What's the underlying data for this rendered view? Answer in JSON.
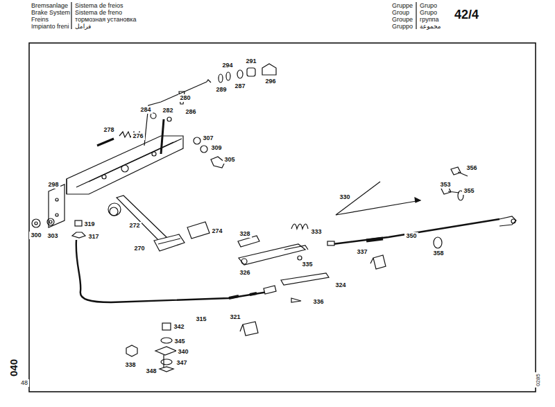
{
  "diagram": {
    "labels": [
      "Bremsanlage",
      "Brake System",
      "Freins",
      "Impianto freni",
      "Sistema de freios",
      "Sistema de freno",
      "тормозная установка",
      "فرامل",
      "Gruppe",
      "Group",
      "Groupe",
      "Gruppo",
      "Grupo",
      "Grupo",
      "группа",
      "مجموعة",
      "42/4",
      "294",
      "291",
      "289",
      "287",
      "296",
      "280",
      "284",
      "282",
      "286",
      "278",
      "276",
      "307",
      "309",
      "305",
      "356",
      "298",
      "330",
      "353",
      "355",
      "300",
      "303",
      "319",
      "272",
      "274",
      "333",
      "317",
      "328",
      "350",
      "270",
      "337",
      "358",
      "326",
      "335",
      "324",
      "336",
      "321",
      "315",
      "342",
      "345",
      "338",
      "340",
      "347",
      "348",
      "040",
      "48",
      "0285"
    ]
  }
}
